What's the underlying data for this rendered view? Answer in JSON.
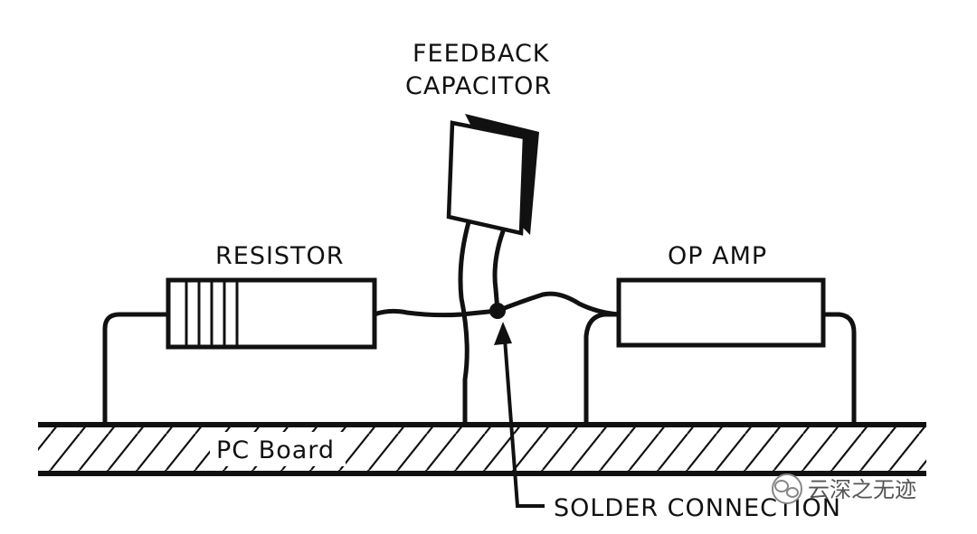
{
  "labels": {
    "feedback_capacitor_line1": "FEEDBACK",
    "feedback_capacitor_line2": "CAPACITOR",
    "resistor": "RESISTOR",
    "op_amp": "OP AMP",
    "pc_board": "PC Board",
    "solder_connection": "SOLDER CONNECTION"
  },
  "watermark": {
    "text": "云深之无迹",
    "icon": "wechat-icon"
  },
  "colors": {
    "ink": "#111111",
    "background": "#ffffff"
  }
}
